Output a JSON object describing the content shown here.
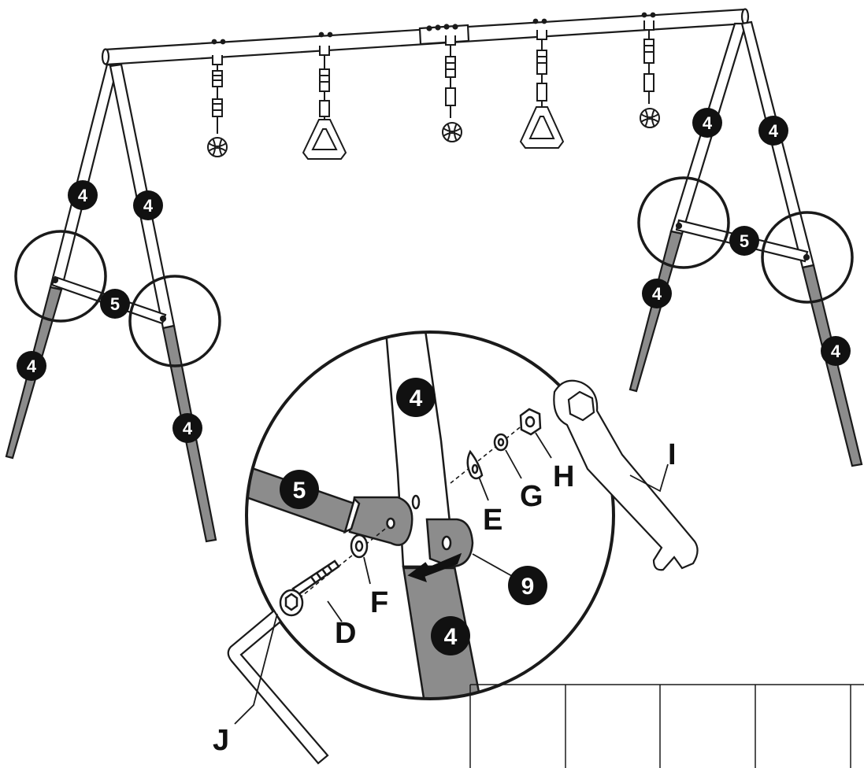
{
  "colors": {
    "line": "#1a1a1a",
    "tube": "#ffffff",
    "lower_tube": "#8c8c8c",
    "badge": "#111111",
    "badge_text": "#ffffff"
  },
  "part_numbers": {
    "upright": "4",
    "cross_brace": "5",
    "bracket": "9"
  },
  "hardware_letters": {
    "bolt": "D",
    "tooth_washer": "E",
    "flat_washer_inner": "F",
    "flat_washer_outer": "G",
    "nut": "H",
    "wrench": "I",
    "hex_key": "J"
  },
  "icons": [
    "wrench-icon",
    "hex-key-icon",
    "gymnastic-ring-icon",
    "rope-ball-icon",
    "direction-arrow-icon"
  ]
}
